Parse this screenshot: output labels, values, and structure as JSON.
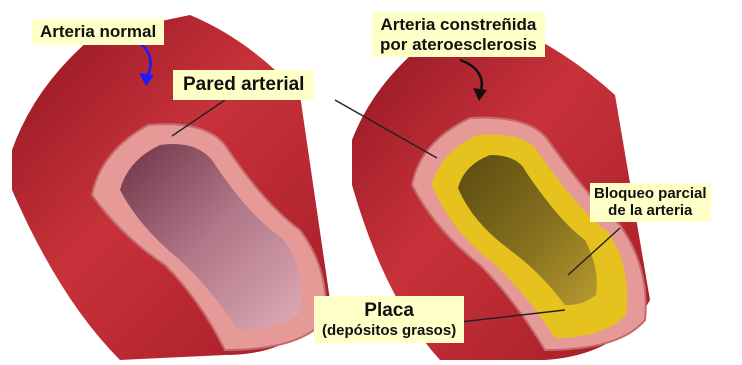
{
  "labels": {
    "normal_artery": "Arteria normal",
    "constricted_line1": "Arteria constreñida",
    "constricted_line2": "por ateroesclerosis",
    "arterial_wall": "Pared arterial",
    "blockage_line1": "Bloqueo parcial",
    "blockage_line2": "de la arteria",
    "plaque": "Placa",
    "plaque_sub": "(depósitos grasos)"
  },
  "colors": {
    "artery_red": "#b81f2a",
    "wall_pink": "#e9a09c",
    "lumen": "#8e5466",
    "plaque_yellow": "#e6c21e",
    "label_bg": "#ffffc8",
    "normal_arrow": "#1a1aff",
    "constricted_arrow": "#000000"
  }
}
